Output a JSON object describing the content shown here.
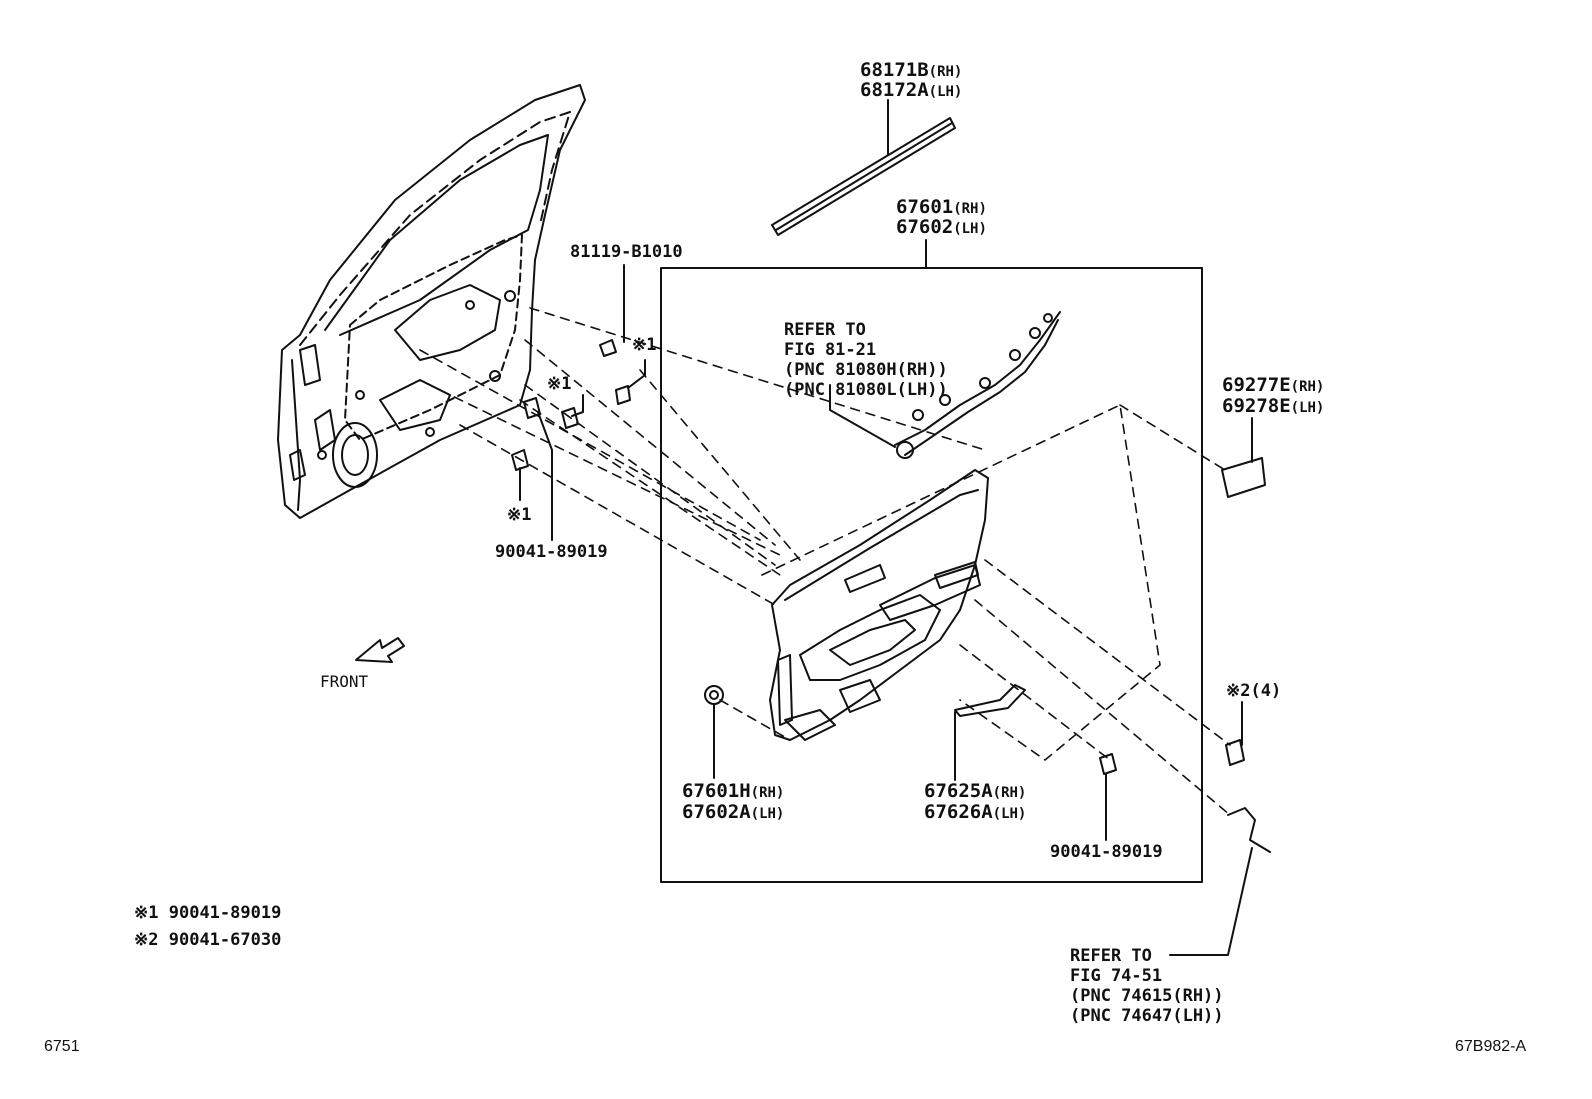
{
  "labels": {
    "p68171b": "68171B",
    "p68171b_side": "(RH)",
    "p68172a": "68172A",
    "p68172a_side": "(LH)",
    "p67601": "67601",
    "p67601_side": "(RH)",
    "p67602": "67602",
    "p67602_side": "(LH)",
    "p81119": "81119-B1010",
    "ref1_line1": "REFER TO",
    "ref1_line2": "FIG 81-21",
    "ref1_line3": "(PNC 81080H(RH))",
    "ref1_line4": "(PNC 81080L(LH))",
    "p69277e": "69277E",
    "p69277e_side": "(RH)",
    "p69278e": "69278E",
    "p69278e_side": "(LH)",
    "mark1_a": "※1",
    "mark1_b": "※1",
    "mark1_c": "※1",
    "p90041_left": "90041-89019",
    "front": "FRONT",
    "mark2": "※2(4)",
    "p67601h": "67601H",
    "p67601h_side": "(RH)",
    "p67602a": "67602A",
    "p67602a_side": "(LH)",
    "p67625a": "67625A",
    "p67625a_side": "(RH)",
    "p67626a": "67626A",
    "p67626a_side": "(LH)",
    "p90041_right": "90041-89019",
    "ref2_line1": "REFER TO",
    "ref2_line2": "FIG 74-51",
    "ref2_line3": "(PNC 74615(RH))",
    "ref2_line4": "(PNC 74647(LH))"
  },
  "legend": [
    {
      "mark": "※1",
      "part": "90041-89019"
    },
    {
      "mark": "※2",
      "part": "90041-67030"
    }
  ],
  "footer": {
    "fig_number": "6751",
    "illustration_code": "67B982-A"
  }
}
